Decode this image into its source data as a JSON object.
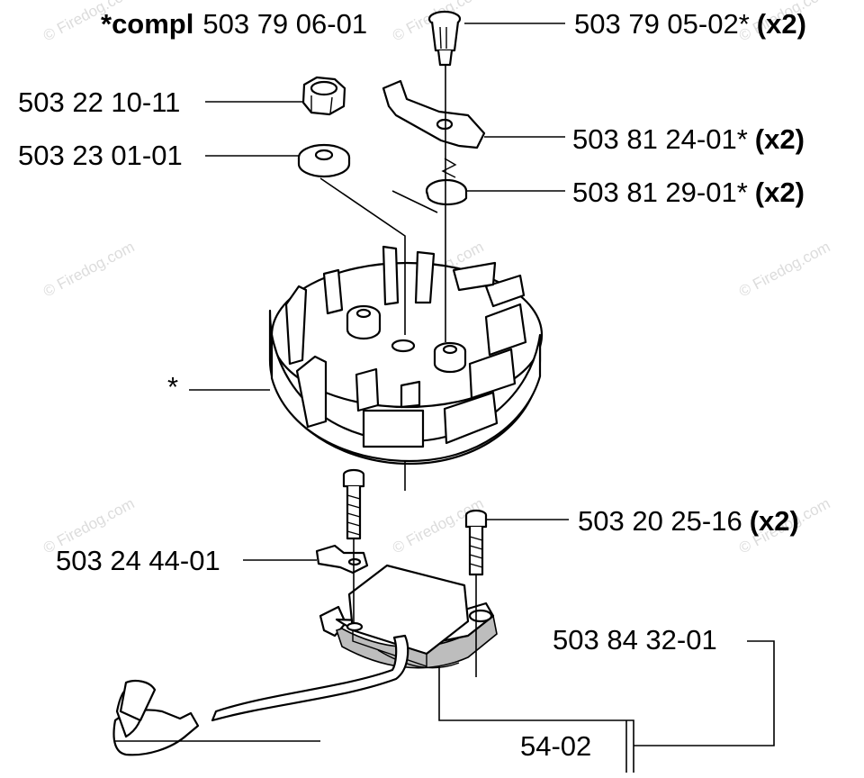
{
  "watermark": "© Firedog.com",
  "labels": {
    "compl_prefix": "*compl",
    "compl_number": "503 79 06-01",
    "pin_number": "503 79 05-02*",
    "pin_qty": "(x2)",
    "nut": "503 22 10-11",
    "washer": "503 23 01-01",
    "pawl_number": "503 81 24-01*",
    "pawl_qty": "(x2)",
    "spring_number": "503 81 29-01*",
    "spring_qty": "(x2)",
    "flywheel_marker": "*",
    "screw_number": "503 20 25-16",
    "screw_qty": "(x2)",
    "terminal": "503 24 44-01",
    "coil_kit": "503 84 32-01",
    "coil": "54-02"
  }
}
